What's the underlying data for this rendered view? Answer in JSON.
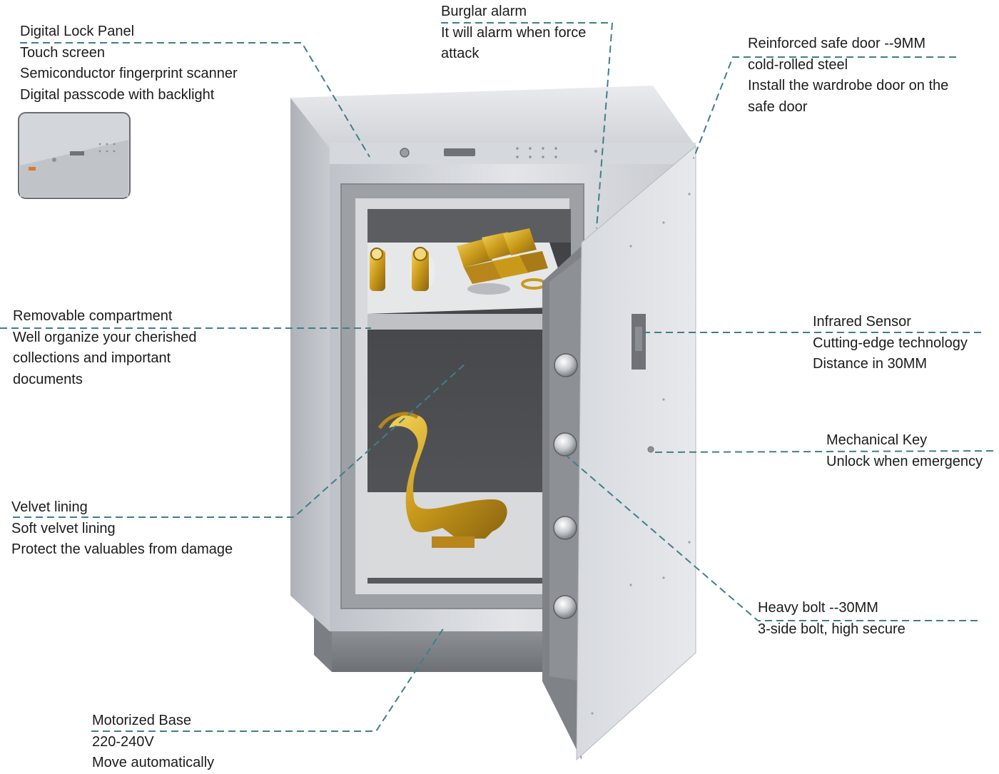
{
  "colors": {
    "leader_line": "#3f7f8a",
    "body_steel": "#d6d9de",
    "interior": "#4a4b4e",
    "gold": "#c99a1a",
    "background": "#ffffff"
  },
  "callouts": {
    "digital_lock_panel": {
      "lines": [
        "Digital Lock Panel",
        "Touch screen",
        "Semiconductor fingerprint scanner",
        "Digital passcode with backlight"
      ]
    },
    "burglar_alarm": {
      "lines": [
        "Burglar alarm",
        "It will alarm when force",
        "attack"
      ]
    },
    "reinforced_door": {
      "lines": [
        "Reinforced safe door --9MM",
        "cold-rolled steel",
        "Install the wardrobe door on the",
        "safe door"
      ]
    },
    "removable_compartment": {
      "lines": [
        "Removable compartment",
        "Well organize your cherished",
        "collections and important",
        "documents"
      ]
    },
    "infrared_sensor": {
      "lines": [
        "Infrared Sensor",
        "Cutting-edge technology",
        "Distance in 30MM"
      ]
    },
    "mechanical_key": {
      "lines": [
        "Mechanical Key",
        "Unlock when emergency"
      ]
    },
    "velvet_lining": {
      "lines": [
        "Velvet lining",
        "Soft velvet lining",
        "Protect the valuables from damage"
      ]
    },
    "heavy_bolt": {
      "lines": [
        "Heavy bolt --30MM",
        "3-side bolt, high secure"
      ]
    },
    "motorized_base": {
      "lines": [
        "Motorized Base",
        "220-240V",
        "Move automatically"
      ]
    }
  }
}
